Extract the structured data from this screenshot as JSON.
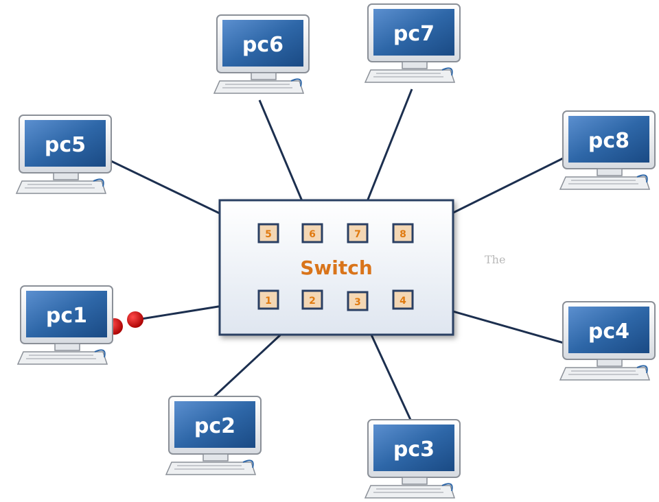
{
  "switch": {
    "label": "Switch"
  },
  "ports": [
    "1",
    "2",
    "3",
    "4",
    "5",
    "6",
    "7",
    "8"
  ],
  "pcs": [
    "pc1",
    "pc2",
    "pc3",
    "pc4",
    "pc5",
    "pc6",
    "pc7",
    "pc8"
  ],
  "links": [
    {
      "pc": "pc1",
      "port": "1"
    },
    {
      "pc": "pc2",
      "port": "2"
    },
    {
      "pc": "pc3",
      "port": "3"
    },
    {
      "pc": "pc4",
      "port": "4"
    },
    {
      "pc": "pc5",
      "port": "5"
    },
    {
      "pc": "pc6",
      "port": "6"
    },
    {
      "pc": "pc7",
      "port": "7"
    },
    {
      "pc": "pc8",
      "port": "8"
    }
  ],
  "stray_text": "The",
  "colors": {
    "link": "#1c2f4f",
    "switch_fill": "#eef2f8",
    "switch_border": "#2a3f63",
    "port_fill": "#f4d7b4",
    "port_text": "#e07a10",
    "switch_text": "#d9741a",
    "screen": "#1f5d9e",
    "signal_dot": "#c80f0f"
  }
}
